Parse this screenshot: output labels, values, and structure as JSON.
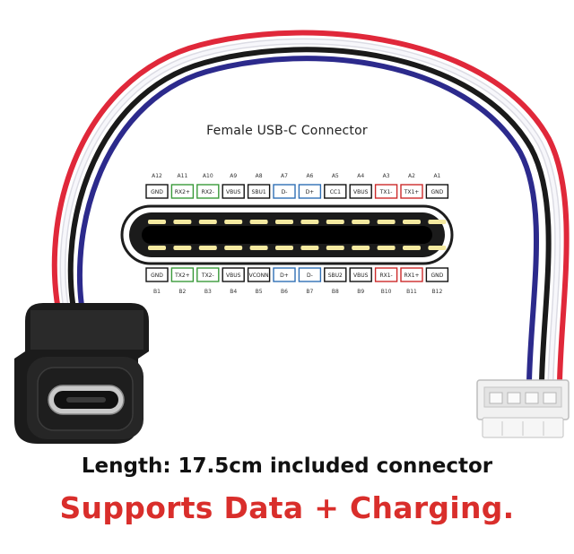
{
  "diagram": {
    "title": "Female USB-C Connector",
    "top_numbers": [
      "A12",
      "A11",
      "A10",
      "A9",
      "A8",
      "A7",
      "A6",
      "A5",
      "A4",
      "A3",
      "A2",
      "A1"
    ],
    "top_pins": [
      "GND",
      "RX2+",
      "RX2-",
      "VBUS",
      "SBU1",
      "D-",
      "D+",
      "CC1",
      "VBUS",
      "TX1-",
      "TX1+",
      "GND"
    ],
    "bottom_pins": [
      "GND",
      "TX2+",
      "TX2-",
      "VBUS",
      "VCONN",
      "D+",
      "D-",
      "SBU2",
      "VBUS",
      "RX1-",
      "RX1+",
      "GND"
    ],
    "bottom_numbers": [
      "B1",
      "B2",
      "B3",
      "B4",
      "B5",
      "B6",
      "B7",
      "B8",
      "B9",
      "B10",
      "B11",
      "B12"
    ],
    "pin_colors": [
      "black",
      "green",
      "green",
      "black",
      "black",
      "blue",
      "blue",
      "black",
      "black",
      "red",
      "red",
      "black"
    ]
  },
  "product": {
    "length_text": "Length: 17.5cm included connector",
    "tagline": "Supports Data + Charging."
  },
  "colors": {
    "tagline_red": "#d92e2b",
    "wire_red": "#e0283a",
    "wire_black": "#1a1a1a",
    "wire_white": "#f0f0f5",
    "wire_blue": "#2c2a8c",
    "pin_green": "#3a9a3a",
    "pin_blue": "#2f6fb5",
    "pin_red": "#cc2a2a"
  }
}
